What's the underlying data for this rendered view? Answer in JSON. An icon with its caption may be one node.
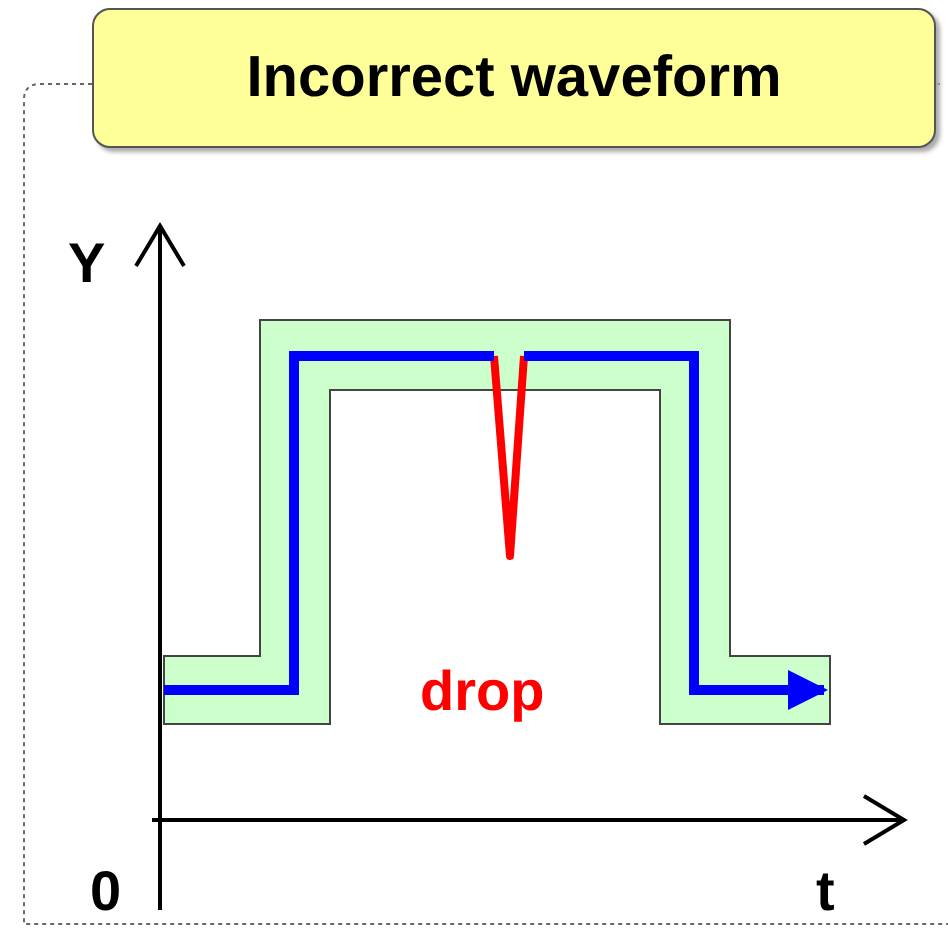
{
  "diagram": {
    "nodes": [
      {
        "text": [
          "Incorrect waveform"
        ]
      }
    ],
    "labels": [
      "Y",
      "drop",
      "0",
      "t"
    ]
  }
}
